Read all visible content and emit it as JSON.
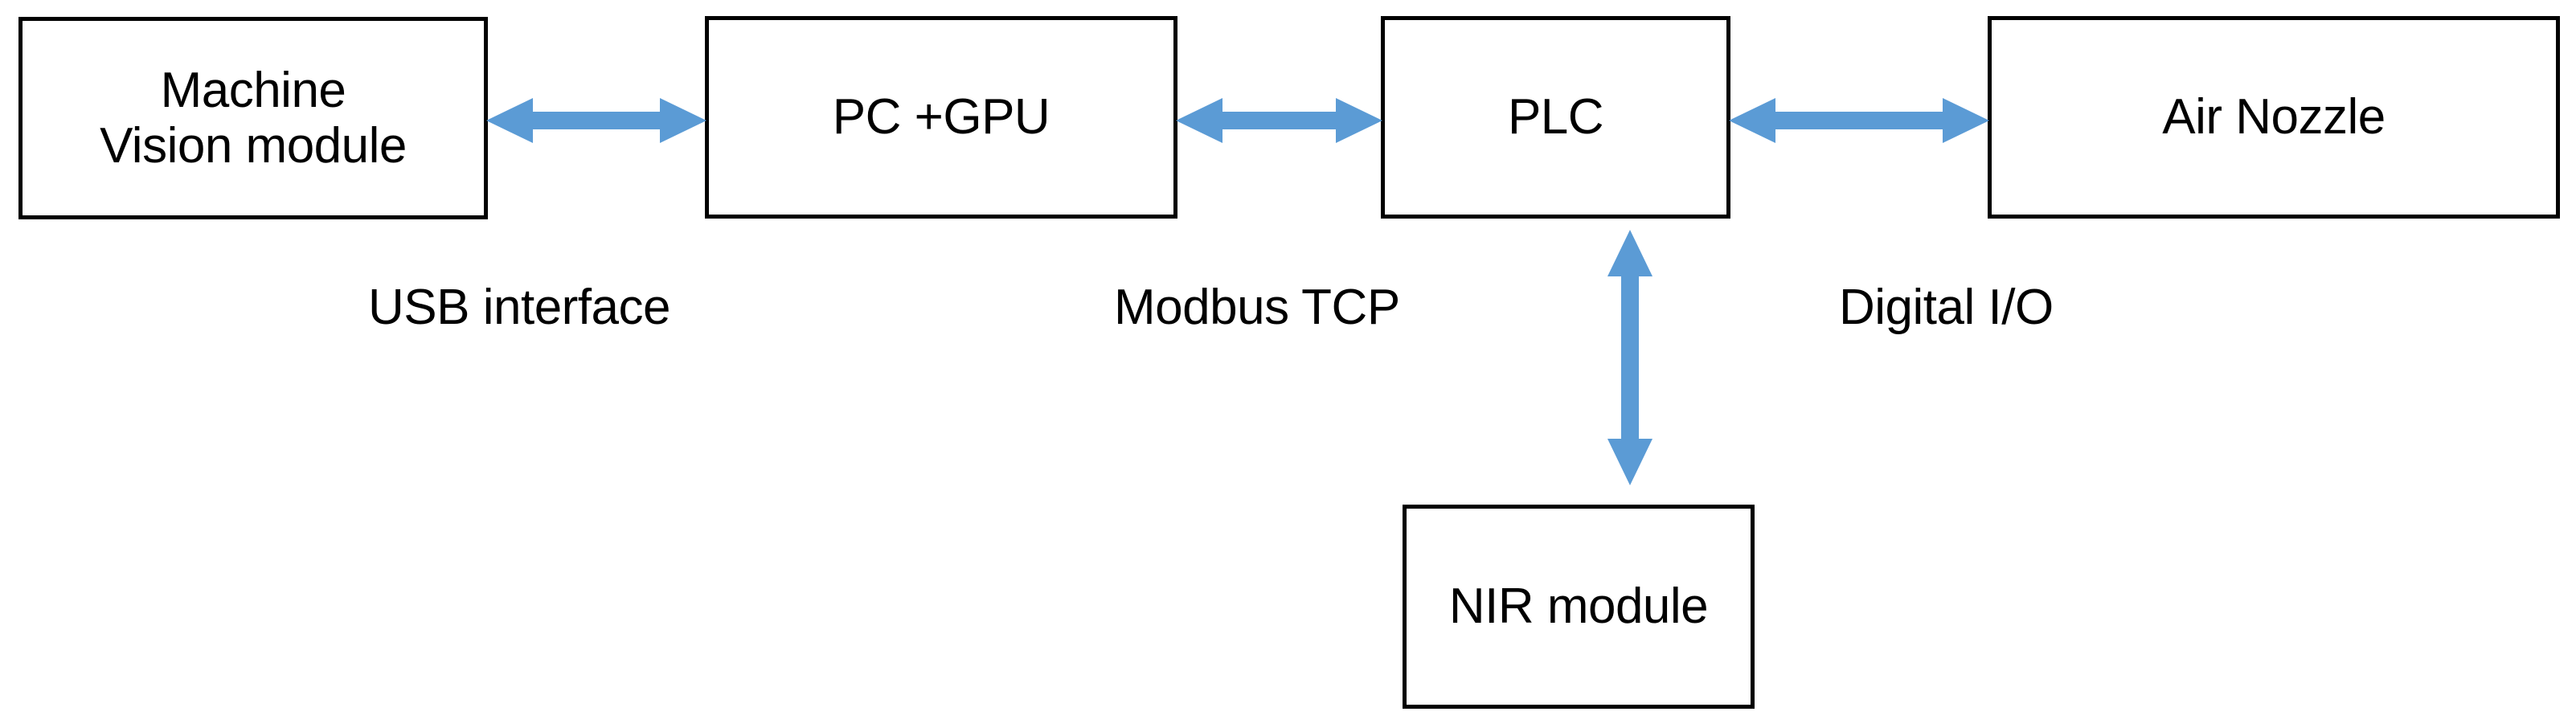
{
  "diagram": {
    "title": "System architecture block diagram",
    "background_color": "#ffffff",
    "box_border_color": "#000000",
    "arrow_color": "#5B9BD5",
    "nodes": [
      {
        "id": "machine-vision",
        "label": "Machine\nVision module"
      },
      {
        "id": "pc-gpu",
        "label": "PC +GPU"
      },
      {
        "id": "plc",
        "label": "PLC"
      },
      {
        "id": "air-nozzle",
        "label": "Air Nozzle"
      },
      {
        "id": "nir",
        "label": "NIR module"
      }
    ],
    "edges": [
      {
        "id": "mv-pc",
        "from": "machine-vision",
        "to": "pc-gpu",
        "label": "USB interface",
        "direction": "bidirectional",
        "orientation": "horizontal"
      },
      {
        "id": "pc-plc",
        "from": "pc-gpu",
        "to": "plc",
        "label": "Modbus TCP",
        "direction": "bidirectional",
        "orientation": "horizontal"
      },
      {
        "id": "plc-nozzle",
        "from": "plc",
        "to": "air-nozzle",
        "label": "Digital I/O",
        "direction": "bidirectional",
        "orientation": "horizontal"
      },
      {
        "id": "plc-nir",
        "from": "plc",
        "to": "nir",
        "label": "",
        "direction": "bidirectional",
        "orientation": "vertical"
      }
    ]
  }
}
